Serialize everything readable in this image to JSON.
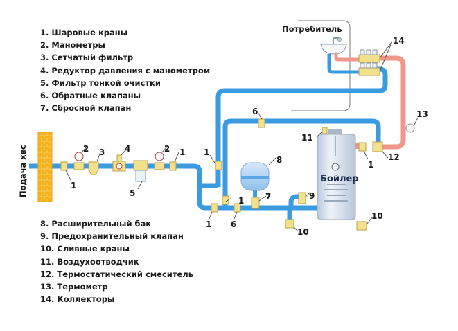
{
  "title": "Схема подключения бойлера косвенного нагрева",
  "legend_top": [
    "1. Шаровые краны",
    "2. Манометры",
    "3. Сетчатый фильтр",
    "4. Редуктор давления с манометром",
    "5. Фильтр тонкой очистки",
    "6. Обратные клапаны",
    "7. Сбросной клапан"
  ],
  "legend_bottom": [
    "8. Расширительный бак",
    "9. Предохранительный клапан",
    "10. Сливные краны",
    "11. Воздухоотводчик",
    "12. Термостатический смеситель",
    "13. Термометр",
    "14. Коллекторы"
  ],
  "labels": {
    "supply": "Подача хвс",
    "consumer": "Потребитель",
    "boiler": "Бойлер"
  },
  "callouts": {
    "n1": "1",
    "n2": "2",
    "n3": "3",
    "n4": "4",
    "n5": "5",
    "n6": "6",
    "n7": "7",
    "n8": "8",
    "n9": "9",
    "n10": "10",
    "n11": "11",
    "n12": "12",
    "n13": "13",
    "n14": "14"
  },
  "colors": {
    "cold_pipe": "#3a9be0",
    "hot_pipe": "#f0968a",
    "fitting": "#f2e08a",
    "wall": "#f5b21e",
    "boiler": "#dde7f2"
  }
}
